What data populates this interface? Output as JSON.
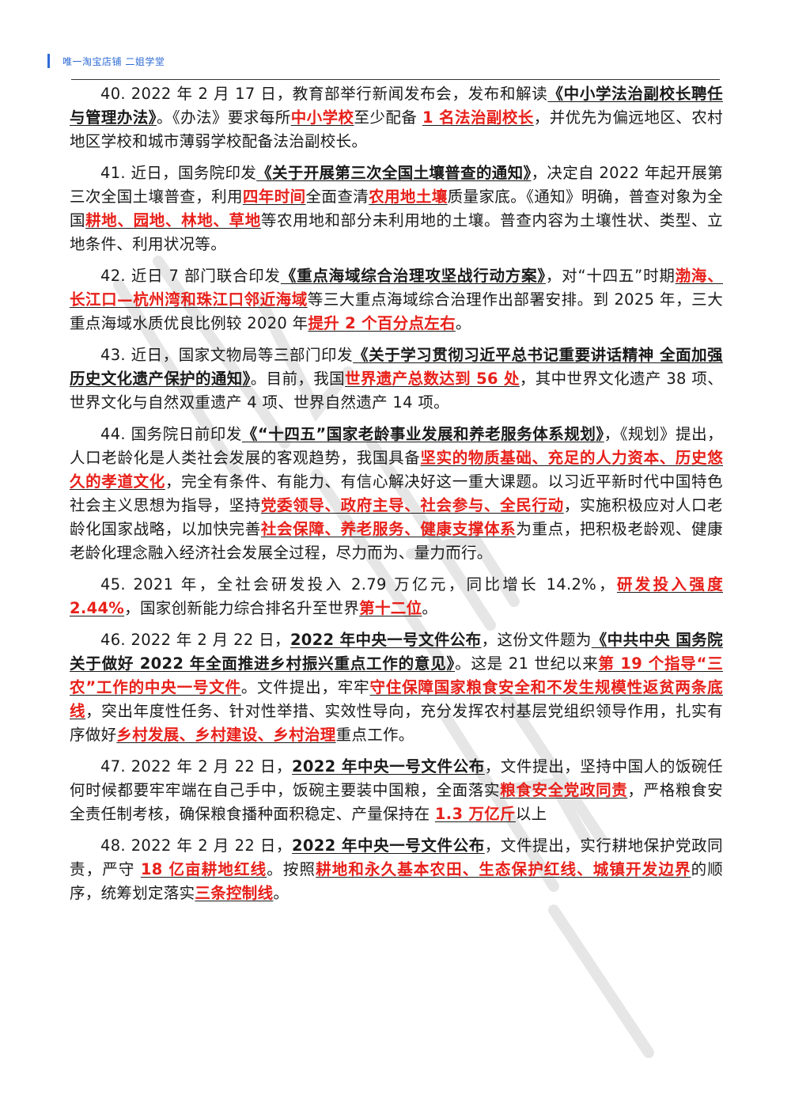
{
  "header": {
    "text": "唯一淘宝店铺   二姐学堂"
  },
  "paragraphs": [
    [
      {
        "s": "n",
        "t": "40. 2022 年 2 月 17 日，教育部举行新闻发布会，发布和解读"
      },
      {
        "s": "b",
        "t": "《中小学法治副校长聘任与管理办法》"
      },
      {
        "s": "n",
        "t": "。《办法》要求每所"
      },
      {
        "s": "r",
        "t": "中小学校"
      },
      {
        "s": "n",
        "t": "至少配备 "
      },
      {
        "s": "r",
        "t": "1 名法治副校长"
      },
      {
        "s": "n",
        "t": "，并优先为偏远地区、农村地区学校和城市薄弱学校配备法治副校长。"
      }
    ],
    [
      {
        "s": "n",
        "t": "41. 近日，国务院印发"
      },
      {
        "s": "b",
        "t": "《关于开展第三次全国土壤普查的通知》"
      },
      {
        "s": "n",
        "t": "，决定自 2022 年起开展第三次全国土壤普查，利用"
      },
      {
        "s": "r",
        "t": "四年时间"
      },
      {
        "s": "n",
        "t": "全面查清"
      },
      {
        "s": "r",
        "t": "农用地土壤"
      },
      {
        "s": "n",
        "t": "质量家底。《通知》明确，普查对象为全国"
      },
      {
        "s": "r",
        "t": "耕地、园地、林地、草地"
      },
      {
        "s": "n",
        "t": "等农用地和部分未利用地的土壤。普查内容为土壤性状、类型、立地条件、利用状况等。"
      }
    ],
    [
      {
        "s": "n",
        "t": "42. 近日 7 部门联合印发"
      },
      {
        "s": "b",
        "t": "《重点海域综合治理攻坚战行动方案》"
      },
      {
        "s": "n",
        "t": "，对“十四五”时期"
      },
      {
        "s": "r",
        "t": "渤海、长江口—杭州湾和珠江口邻近海域"
      },
      {
        "s": "n",
        "t": "等三大重点海域综合治理作出部署安排。到 2025 年，三大重点海域水质优良比例较 2020 年"
      },
      {
        "s": "r",
        "t": "提升 2 个百分点左右"
      },
      {
        "s": "n",
        "t": "。"
      }
    ],
    [
      {
        "s": "n",
        "t": "43. 近日，国家文物局等三部门印发"
      },
      {
        "s": "b",
        "t": "《关于学习贯彻习近平总书记重要讲话精神 全面加强历史文化遗产保护的通知》"
      },
      {
        "s": "n",
        "t": "。目前，我国"
      },
      {
        "s": "r",
        "t": "世界遗产总数达到 56 处"
      },
      {
        "s": "n",
        "t": "，其中世界文化遗产 38 项、世界文化与自然双重遗产 4 项、世界自然遗产 14 项。"
      }
    ],
    [
      {
        "s": "n",
        "t": "44. 国务院日前印发"
      },
      {
        "s": "b",
        "t": "《“十四五”国家老龄事业发展和养老服务体系规划》"
      },
      {
        "s": "n",
        "t": "，《规划》提出，人口老龄化是人类社会发展的客观趋势，我国具备"
      },
      {
        "s": "r",
        "t": "坚实的物质基础、充足的人力资本、历史悠久的孝道文化"
      },
      {
        "s": "n",
        "t": "，完全有条件、有能力、有信心解决好这一重大课题。以习近平新时代中国特色社会主义思想为指导，坚持"
      },
      {
        "s": "r",
        "t": "党委领导、政府主导、社会参与、全民行动"
      },
      {
        "s": "n",
        "t": "，实施积极应对人口老龄化国家战略，以加快完善"
      },
      {
        "s": "r",
        "t": "社会保障、养老服务、健康支撑体系"
      },
      {
        "s": "n",
        "t": "为重点，把积极老龄观、健康老龄化理念融入经济社会发展全过程，尽力而为、量力而行。"
      }
    ],
    [
      {
        "s": "n",
        "t": "45. 2021 年，全社会研发投入 2.79 万亿元，同比增长 14.2%，"
      },
      {
        "s": "r",
        "t": "研发投入强度 2.44%"
      },
      {
        "s": "n",
        "t": "，国家创新能力综合排名升至世界"
      },
      {
        "s": "r",
        "t": "第十二位"
      },
      {
        "s": "n",
        "t": "。"
      }
    ],
    [
      {
        "s": "n",
        "t": "46. 2022 年 2 月 22 日，"
      },
      {
        "s": "b",
        "t": "2022 年中央一号文件公布"
      },
      {
        "s": "n",
        "t": "，这份文件题为"
      },
      {
        "s": "b",
        "t": "《中共中央 国务院关于做好 2022 年全面推进乡村振兴重点工作的意见》"
      },
      {
        "s": "n",
        "t": "。这是 21 世纪以来"
      },
      {
        "s": "r",
        "t": "第 19 个指导“三农”工作的中央一号文件"
      },
      {
        "s": "n",
        "t": "。文件提出，牢牢"
      },
      {
        "s": "r",
        "t": "守住保障国家粮食安全和不发生规模性返贫两条底线"
      },
      {
        "s": "n",
        "t": "，突出年度性任务、针对性举措、实效性导向，充分发挥农村基层党组织领导作用，扎实有序做好"
      },
      {
        "s": "r",
        "t": "乡村发展、乡村建设、乡村治理"
      },
      {
        "s": "n",
        "t": "重点工作。"
      }
    ],
    [
      {
        "s": "n",
        "t": "47. 2022 年 2 月 22 日，"
      },
      {
        "s": "b",
        "t": "2022 年中央一号文件公布"
      },
      {
        "s": "n",
        "t": "，文件提出，坚持中国人的饭碗任何时候都要牢牢端在自己手中，饭碗主要装中国粮，全面落实"
      },
      {
        "s": "r",
        "t": "粮食安全党政同责"
      },
      {
        "s": "n",
        "t": "，严格粮食安全责任制考核，确保粮食播种面积稳定、产量保持在 "
      },
      {
        "s": "r",
        "t": "1.3 万亿斤"
      },
      {
        "s": "n",
        "t": "以上"
      }
    ],
    [
      {
        "s": "n",
        "t": "48. 2022 年 2 月 22 日，"
      },
      {
        "s": "b",
        "t": "2022 年中央一号文件公布"
      },
      {
        "s": "n",
        "t": "，文件提出，实行耕地保护党政同责，严守 "
      },
      {
        "s": "r",
        "t": "18 亿亩耕地红线"
      },
      {
        "s": "n",
        "t": "。按照"
      },
      {
        "s": "r",
        "t": "耕地和永久基本农田、生态保护红线、城镇开发边界"
      },
      {
        "s": "n",
        "t": "的顺序，统筹划定落实"
      },
      {
        "s": "r",
        "t": "三条控制线"
      },
      {
        "s": "n",
        "t": "。"
      }
    ]
  ]
}
